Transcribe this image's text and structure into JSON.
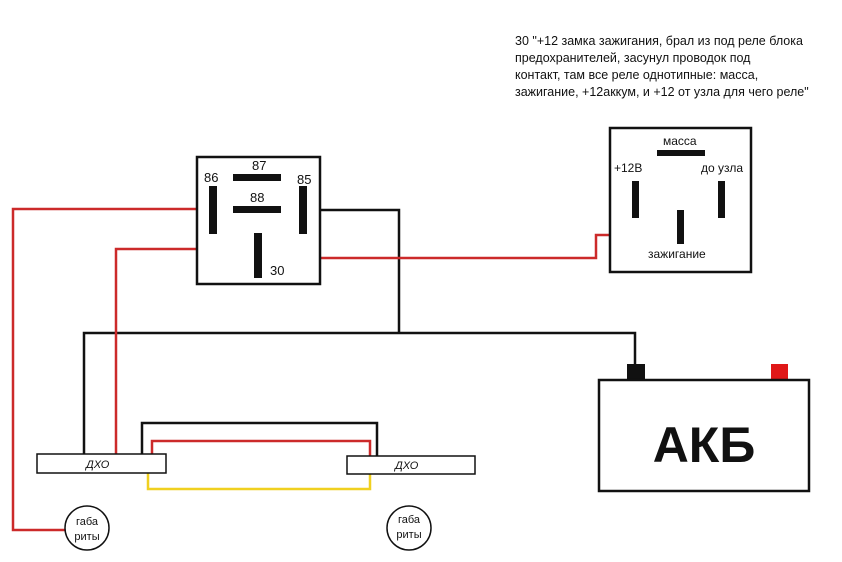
{
  "note": {
    "lines": [
      "30   \"+12 замка зажигания, брал из под реле блока",
      "предохранителей, засунул проводок под",
      "контакт, там все реле однотипные: масса,",
      "зажигание, +12аккум, и +12 от узла для чего реле\""
    ]
  },
  "relay": {
    "pin_86": "86",
    "pin_87": "87",
    "pin_88": "88",
    "pin_85": "85",
    "pin_30": "30"
  },
  "socket": {
    "mass": "масса",
    "plus12": "+12В",
    "to_node": "до узла",
    "ignition": "зажигание"
  },
  "battery": {
    "label": "АКБ"
  },
  "drl": {
    "left_label": "ДХО",
    "right_label": "ДХО"
  },
  "lamps": {
    "left_line1": "габа",
    "left_line2": "риты",
    "right_line1": "габа",
    "right_line2": "риты"
  },
  "colors": {
    "wire_black": "#111111",
    "wire_red": "#cc2a2a",
    "wire_yellow": "#f0d020",
    "terminal_red": "#e01818"
  }
}
